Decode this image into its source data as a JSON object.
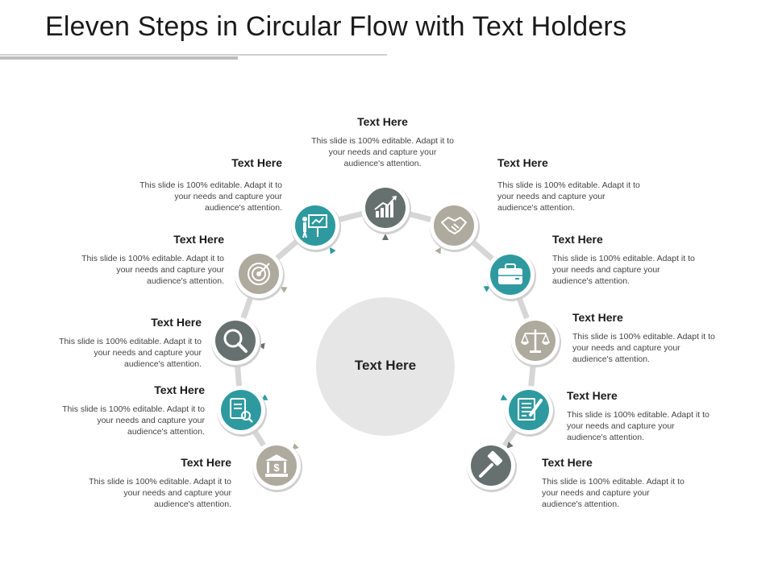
{
  "title": "Eleven Steps in Circular Flow with Text Holders",
  "center": {
    "label": "Text Here"
  },
  "colors": {
    "teal": "#2e9aa0",
    "slate": "#66706e",
    "stone": "#afaa9e",
    "track": "#d6d6d6",
    "hub": "#e6e6e6"
  },
  "steps": [
    {
      "heading": "Text Here",
      "body": "This slide is 100% editable. Adapt it to your needs and capture your audience's attention.",
      "icon": "bank-icon",
      "color": "stone"
    },
    {
      "heading": "Text Here",
      "body": "This slide is 100% editable. Adapt it to your needs and capture your audience's attention.",
      "icon": "document-search-icon",
      "color": "teal"
    },
    {
      "heading": "Text Here",
      "body": "This slide is 100% editable. Adapt it to your needs and capture your audience's attention.",
      "icon": "magnifier-icon",
      "color": "slate"
    },
    {
      "heading": "Text Here",
      "body": "This slide is 100% editable. Adapt it to your needs and capture your audience's attention.",
      "icon": "target-icon",
      "color": "stone"
    },
    {
      "heading": "Text Here",
      "body": "This slide is 100% editable. Adapt it to your needs and capture your audience's attention.",
      "icon": "presentation-icon",
      "color": "teal"
    },
    {
      "heading": "Text Here",
      "body": "This slide is 100% editable. Adapt it to your needs and capture your audience's attention.",
      "icon": "growth-chart-icon",
      "color": "slate"
    },
    {
      "heading": "Text Here",
      "body": "This slide is 100% editable. Adapt it to your needs and capture your audience's attention.",
      "icon": "handshake-icon",
      "color": "stone"
    },
    {
      "heading": "Text Here",
      "body": "This slide is 100% editable. Adapt it to your needs and capture your audience's attention.",
      "icon": "briefcase-icon",
      "color": "teal"
    },
    {
      "heading": "Text Here",
      "body": "This slide is 100% editable. Adapt it to your needs and capture your audience's attention.",
      "icon": "scales-icon",
      "color": "stone"
    },
    {
      "heading": "Text Here",
      "body": "This slide is 100% editable. Adapt it to your needs and capture your audience's attention.",
      "icon": "contract-signing-icon",
      "color": "teal"
    },
    {
      "heading": "Text Here",
      "body": "This slide is 100% editable. Adapt it to your needs and capture your audience's attention.",
      "icon": "gavel-icon",
      "color": "slate"
    }
  ]
}
